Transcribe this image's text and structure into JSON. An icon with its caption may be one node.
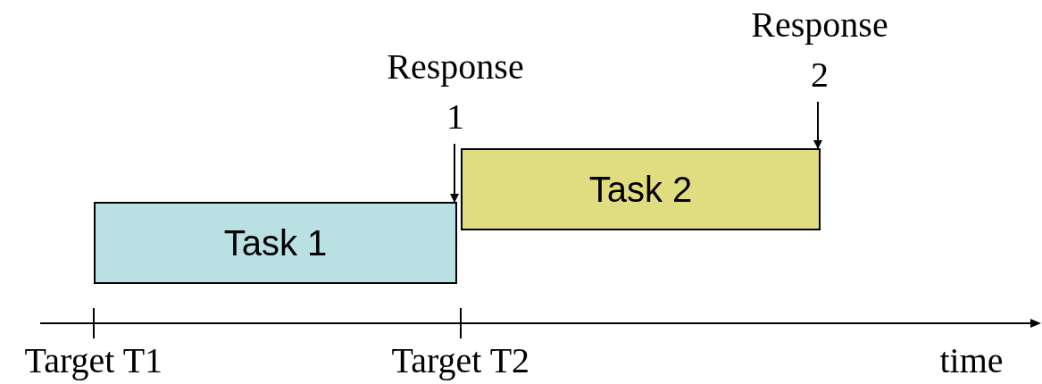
{
  "diagram": {
    "nodes": [
      {
        "text": [
          "Response 2"
        ]
      },
      {
        "text": [
          "Response 1"
        ]
      },
      {
        "text": [
          "Task 2"
        ]
      },
      {
        "text": [
          "Task 1"
        ]
      }
    ],
    "edges": [
      {
        "from": 1,
        "to": 3,
        "arrow": "to"
      },
      {
        "from": 0,
        "to": 2,
        "arrow": "to"
      }
    ],
    "labels": [
      "Target T1",
      "Target T2",
      "time"
    ]
  }
}
